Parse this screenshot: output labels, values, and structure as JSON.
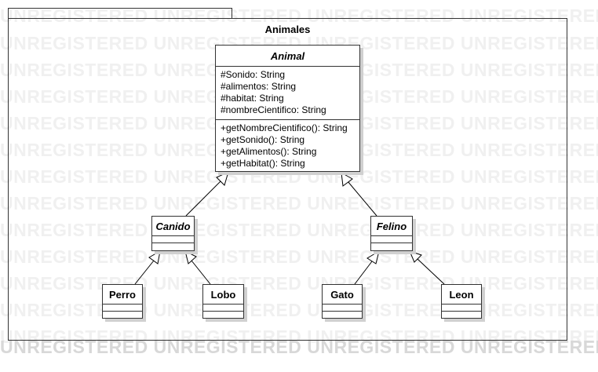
{
  "watermark": {
    "text": "UNREGISTERED UNREGISTERED UNREGISTERED UNREGISTERED UNREGISTERED UNREGISTERED"
  },
  "package": {
    "name": "Animales"
  },
  "classes": {
    "animal": {
      "name": "Animal",
      "attributes": [
        "#Sonido: String",
        "#alimentos: String",
        "#habitat: String",
        "#nombreCientifico: String"
      ],
      "operations": [
        "+getNombreCientifico(): String",
        "+getSonido(): String",
        "+getAlimentos(): String",
        "+getHabitat(): String"
      ]
    },
    "canido": {
      "name": "Canido"
    },
    "felino": {
      "name": "Felino"
    },
    "perro": {
      "name": "Perro"
    },
    "lobo": {
      "name": "Lobo"
    },
    "gato": {
      "name": "Gato"
    },
    "leon": {
      "name": "Leon"
    }
  },
  "relationships": [
    {
      "type": "generalization",
      "from": "canido",
      "to": "animal"
    },
    {
      "type": "generalization",
      "from": "felino",
      "to": "animal"
    },
    {
      "type": "generalization",
      "from": "perro",
      "to": "canido"
    },
    {
      "type": "generalization",
      "from": "lobo",
      "to": "canido"
    },
    {
      "type": "generalization",
      "from": "gato",
      "to": "felino"
    },
    {
      "type": "generalization",
      "from": "leon",
      "to": "felino"
    }
  ]
}
